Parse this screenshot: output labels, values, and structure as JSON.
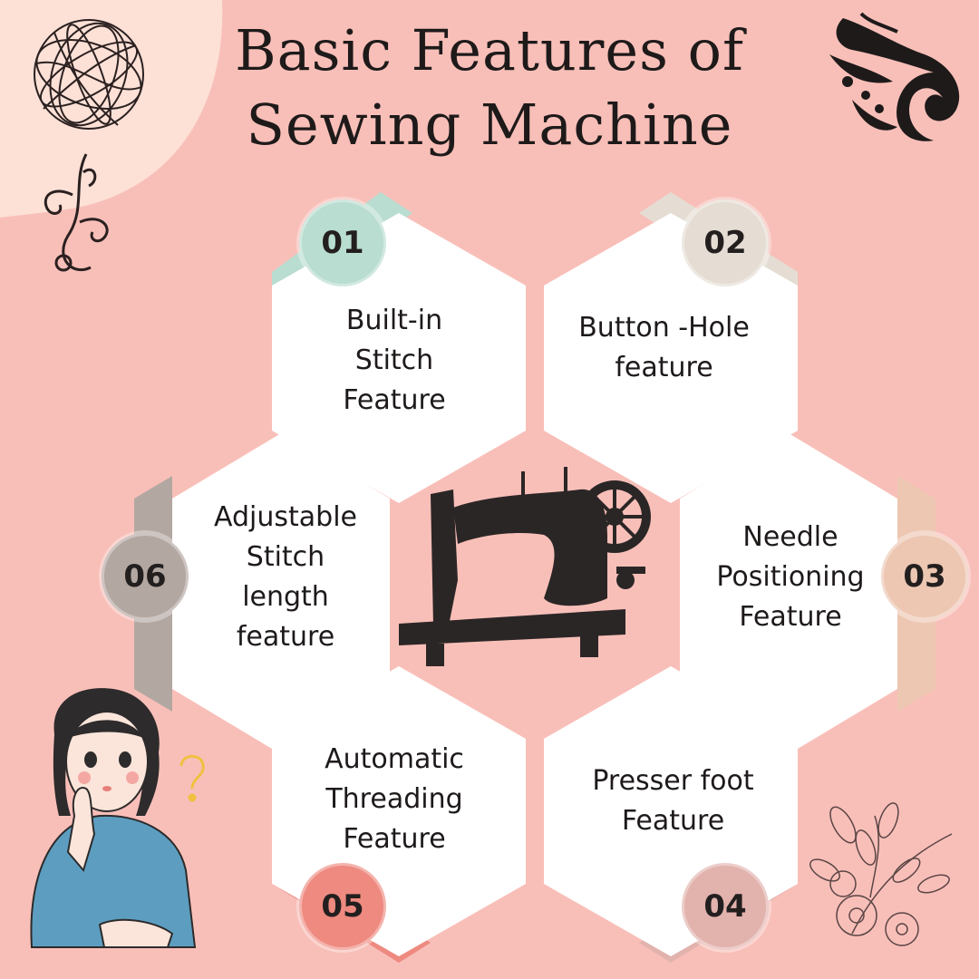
{
  "title": {
    "line1": "Basic Features  of",
    "line2": "Sewing Machine"
  },
  "features": [
    {
      "number": "01",
      "line1": "Built-in",
      "line2": "Stitch",
      "line3": "Feature",
      "line4": "",
      "accent": "#b9ddd0"
    },
    {
      "number": "02",
      "line1": "Button -Hole",
      "line2": "feature",
      "line3": "",
      "line4": "",
      "accent": "#e5ddd3"
    },
    {
      "number": "03",
      "line1": "Needle",
      "line2": "Positioning",
      "line3": "Feature",
      "line4": "",
      "accent": "#edc7b2"
    },
    {
      "number": "04",
      "line1": "Presser foot",
      "line2": "Feature",
      "line3": "",
      "line4": "",
      "accent": "#e2b2ad"
    },
    {
      "number": "05",
      "line1": "Automatic",
      "line2": "Threading",
      "line3": "Feature",
      "line4": "",
      "accent": "#ee8a80"
    },
    {
      "number": "06",
      "line1": "Adjustable",
      "line2": "Stitch",
      "line3": "length",
      "line4": "feature",
      "accent": "#b3a7a1"
    }
  ],
  "colors": {
    "background": "#f8bfb8",
    "hexagon": "#ffffff",
    "text": "#1e1a1a",
    "blob": "#fde0d6"
  },
  "icons": [
    "yarn-ball-icon",
    "flourish-icon",
    "sewing-machine-icon",
    "thinking-girl-icon",
    "question-mark-icon",
    "flower-sketch-icon"
  ]
}
